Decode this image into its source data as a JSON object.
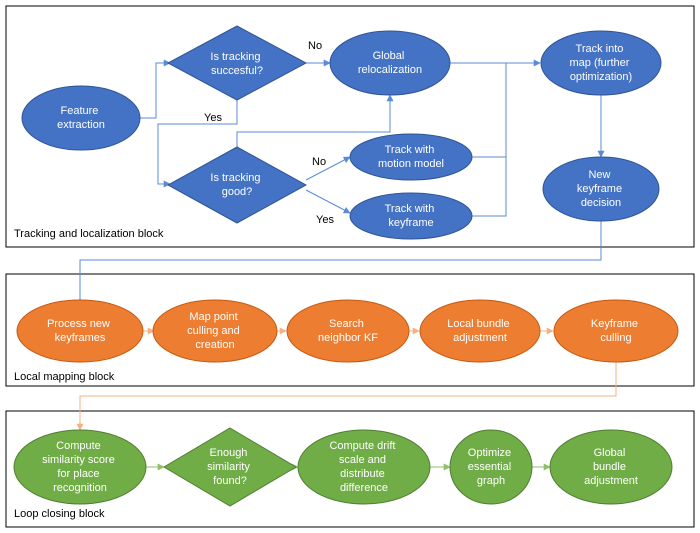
{
  "blocks": {
    "tracking": "Tracking and localization block",
    "mapping": "Local mapping block",
    "loop": "Loop closing block"
  },
  "colors": {
    "tracking": "#4472C4",
    "tracking_stroke": "#2F5597",
    "tracking_edge": "#5B8BD6",
    "mapping": "#ED7D31",
    "mapping_stroke": "#C55A11",
    "mapping_edge": "#F4B183",
    "loop": "#70AD47",
    "loop_stroke": "#507E32",
    "loop_edge": "#8FBF6A"
  },
  "tracking": {
    "feature_extraction": [
      "Feature",
      "extraction"
    ],
    "is_tracking_successful": [
      "Is tracking",
      "succesful?"
    ],
    "global_relocalization": [
      "Global",
      "relocalization"
    ],
    "track_into_map": [
      "Track into",
      "map (further",
      "optimization)"
    ],
    "is_tracking_good": [
      "Is tracking",
      "good?"
    ],
    "track_motion_model": [
      "Track with",
      "motion model"
    ],
    "track_keyframe": [
      "Track with",
      "keyframe"
    ],
    "new_keyframe_decision": [
      "New",
      "keyframe",
      "decision"
    ]
  },
  "edge_labels": {
    "success_no": "No",
    "success_yes": "Yes",
    "good_no": "No",
    "good_yes": "Yes"
  },
  "mapping": {
    "process_new_keyframes": [
      "Process new",
      "keyframes"
    ],
    "map_point_culling": [
      "Map point",
      "culling and",
      "creation"
    ],
    "search_neighbor_kf": [
      "Search",
      "neighbor KF"
    ],
    "local_bundle_adjustment": [
      "Local bundle",
      "adjustment"
    ],
    "keyframe_culling": [
      "Keyframe",
      "culling"
    ]
  },
  "loop": {
    "compute_similarity": [
      "Compute",
      "similarity score",
      "for place",
      "recognition"
    ],
    "enough_similarity": [
      "Enough",
      "similarity",
      "found?"
    ],
    "compute_drift": [
      "Compute drift",
      "scale and",
      "distribute",
      "difference"
    ],
    "optimize_graph": [
      "Optimize",
      "essential",
      "graph"
    ],
    "global_bundle_adjustment": [
      "Global",
      "bundle",
      "adjustment"
    ]
  }
}
